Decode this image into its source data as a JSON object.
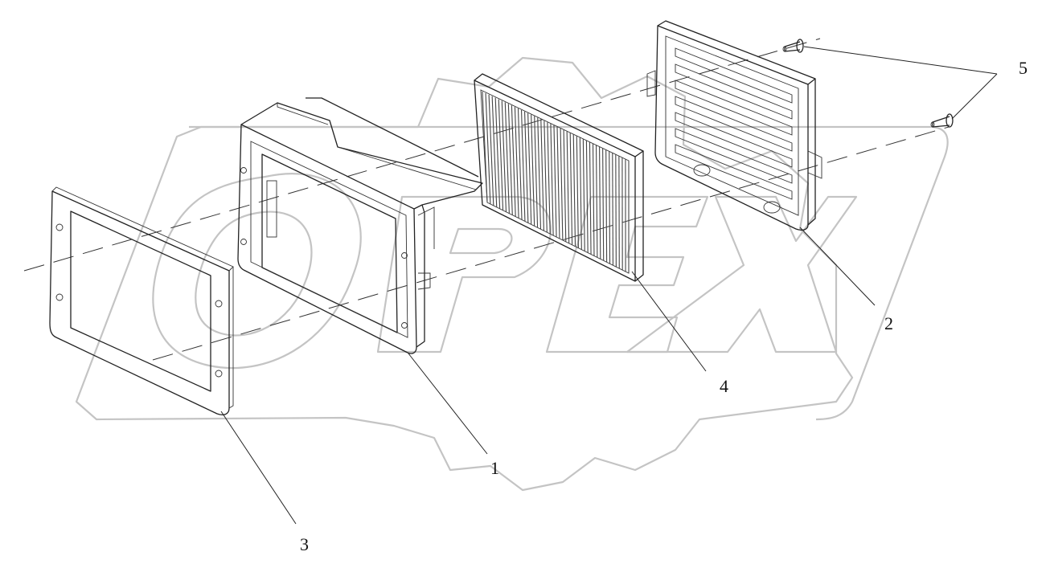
{
  "watermark": {
    "text": "OPEX",
    "color": "#c4c4c4"
  },
  "callouts": {
    "part1": "1",
    "part2": "2",
    "part3": "3",
    "part4": "4",
    "part5": "5"
  },
  "corner_mark": "",
  "colors": {
    "line": "#222222",
    "background": "#ffffff"
  }
}
